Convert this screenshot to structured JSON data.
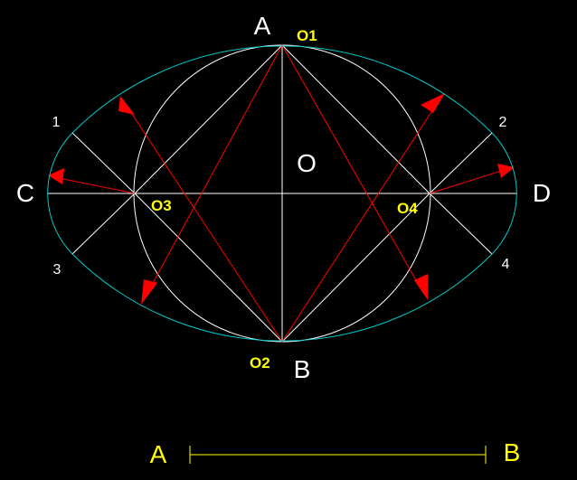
{
  "diagram": {
    "labels": {
      "A": "A",
      "B": "B",
      "C": "C",
      "D": "D",
      "O": "O",
      "O1": "O1",
      "O2": "O2",
      "O3": "O3",
      "O4": "O4",
      "p1": "1",
      "p2": "2",
      "p3": "3",
      "p4": "4"
    },
    "scale_bar": {
      "left_label": "A",
      "right_label": "B"
    },
    "colors": {
      "background": "#000000",
      "construction_lines": "#ffffff",
      "ellipse": "#00c8c8",
      "radius_lines": "#ff0000",
      "center_labels": "#ffff00",
      "scale_bar": "#ffff00"
    }
  }
}
